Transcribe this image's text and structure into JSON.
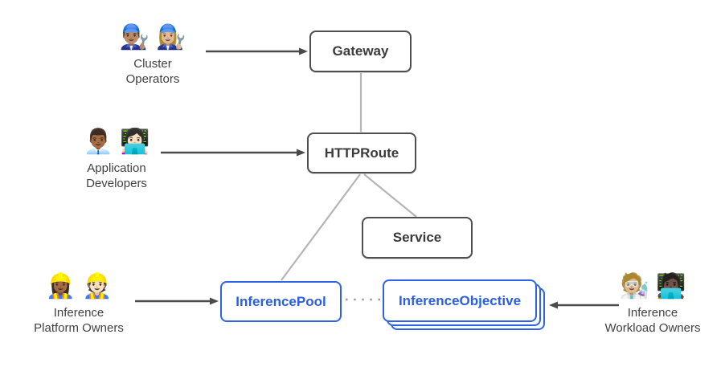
{
  "diagram": {
    "kind": "resource-model-diagram"
  },
  "colors": {
    "node_border_gray": "#4f4f4f",
    "node_text_gray": "#3b3b3b",
    "accent_blue": "#2f62e6",
    "connector_gray": "#b5b5b5",
    "dotted_gray": "#a0a0a0",
    "arrow_dark": "#4a4a4a",
    "background": "#ffffff"
  },
  "actors": {
    "cluster_operators": {
      "icon": "👨🏽‍🔧 👩🏼‍🔧",
      "lines": [
        "Cluster",
        "Operators"
      ]
    },
    "application_developers": {
      "icon": "👨🏾‍💼 👩🏻‍💻",
      "lines": [
        "Application",
        "Developers"
      ]
    },
    "inference_platform_owners": {
      "icon": "👷🏾‍♀️ 👷🏻",
      "lines": [
        "Inference",
        "Platform Owners"
      ]
    },
    "inference_workload_owners": {
      "icon": "🧑🏼‍🔬 🧑🏿‍💻",
      "lines": [
        "Inference",
        "Workload Owners"
      ]
    }
  },
  "nodes": {
    "gateway": {
      "label": "Gateway"
    },
    "httproute": {
      "label": "HTTPRoute"
    },
    "service": {
      "label": "Service"
    },
    "inference_pool": {
      "label": "InferencePool"
    },
    "inference_objective": {
      "label": "InferenceObjective"
    }
  }
}
